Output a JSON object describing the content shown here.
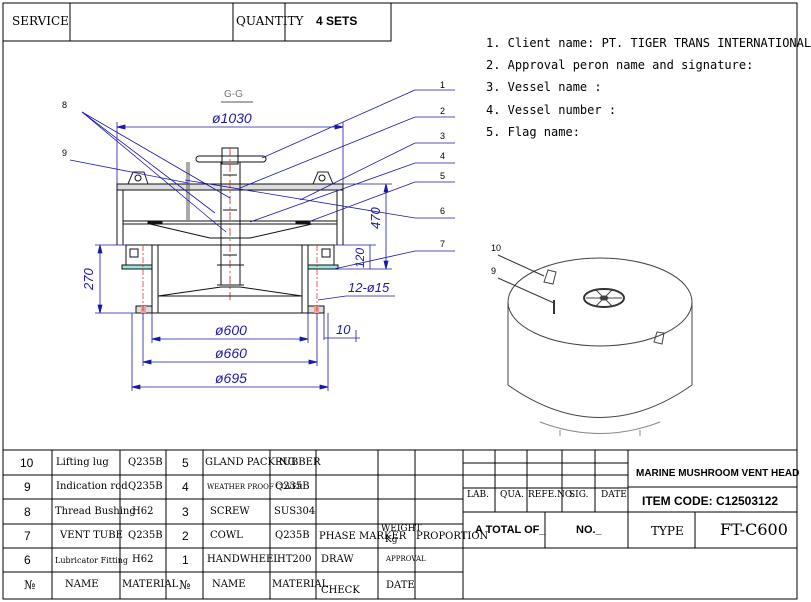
{
  "header": {
    "service_label": "SERVICE",
    "quantity_label": "QUANTITY",
    "quantity_value": "4 SETS"
  },
  "notes": [
    "1. Client name: PT. TIGER TRANS INTERNATIONAL",
    "2. Approval peron name and signature:",
    "3. Vessel name :",
    "4. Vessel number :",
    "5. Flag name:"
  ],
  "drawing": {
    "section_label": "G-G",
    "dims": {
      "d1030": "ø1030",
      "d600": "ø600",
      "d660": "ø660",
      "d695": "ø695",
      "h470": "470",
      "h270": "270",
      "h120": "120",
      "holes": "12-ø15",
      "t10": "10"
    },
    "callouts": [
      "1",
      "2",
      "3",
      "4",
      "5",
      "6",
      "7",
      "8",
      "9"
    ],
    "iso_callouts": [
      "10",
      "9"
    ]
  },
  "parts_left": [
    {
      "no": "10",
      "name": "Lifting lug",
      "material": "Q235B"
    },
    {
      "no": "9",
      "name": "Indication rod",
      "material": "Q235B"
    },
    {
      "no": "8",
      "name": "Thread Bushing",
      "material": "H62"
    },
    {
      "no": "7",
      "name": "VENT TUBE",
      "material": "Q235B"
    },
    {
      "no": "6",
      "name": "Lubricator Fitting",
      "material": "H62"
    }
  ],
  "parts_right": [
    {
      "no": "5",
      "name": "GLAND PACKING",
      "material": "RUBBER"
    },
    {
      "no": "4",
      "name": "WEATHER PROOF COVER",
      "material": "Q235B"
    },
    {
      "no": "3",
      "name": "SCREW",
      "material": "SUS304"
    },
    {
      "no": "2",
      "name": "COWL",
      "material": "Q235B"
    },
    {
      "no": "1",
      "name": "HANDWHEEL",
      "material": "HT200"
    }
  ],
  "parts_header": {
    "no": "№",
    "name": "NAME",
    "material": "MATERIAL",
    "no2": "№",
    "name2": "NAME",
    "material2": "MATERIAL"
  },
  "title_block": {
    "phase_marker": "PHASE MARKER",
    "weight": "WEIGHT",
    "weight_unit": "Kg",
    "proportion": "PROPORTION",
    "draw": "DRAW",
    "approval": "APPROVAL",
    "check": "CHECK",
    "date": "DATE",
    "lab": "LAB.",
    "qua": "QUA.",
    "refe_no": "REFE.NO.",
    "sig": "SIG.",
    "date2": "DATE",
    "total_of": "A TOTAL OF_",
    "no": "NO._",
    "product": "MARINE MUSHROOM VENT HEAD",
    "item_code": "ITEM CODE: C12503122",
    "type_label": "TYPE",
    "type_value": "FT-C600"
  }
}
